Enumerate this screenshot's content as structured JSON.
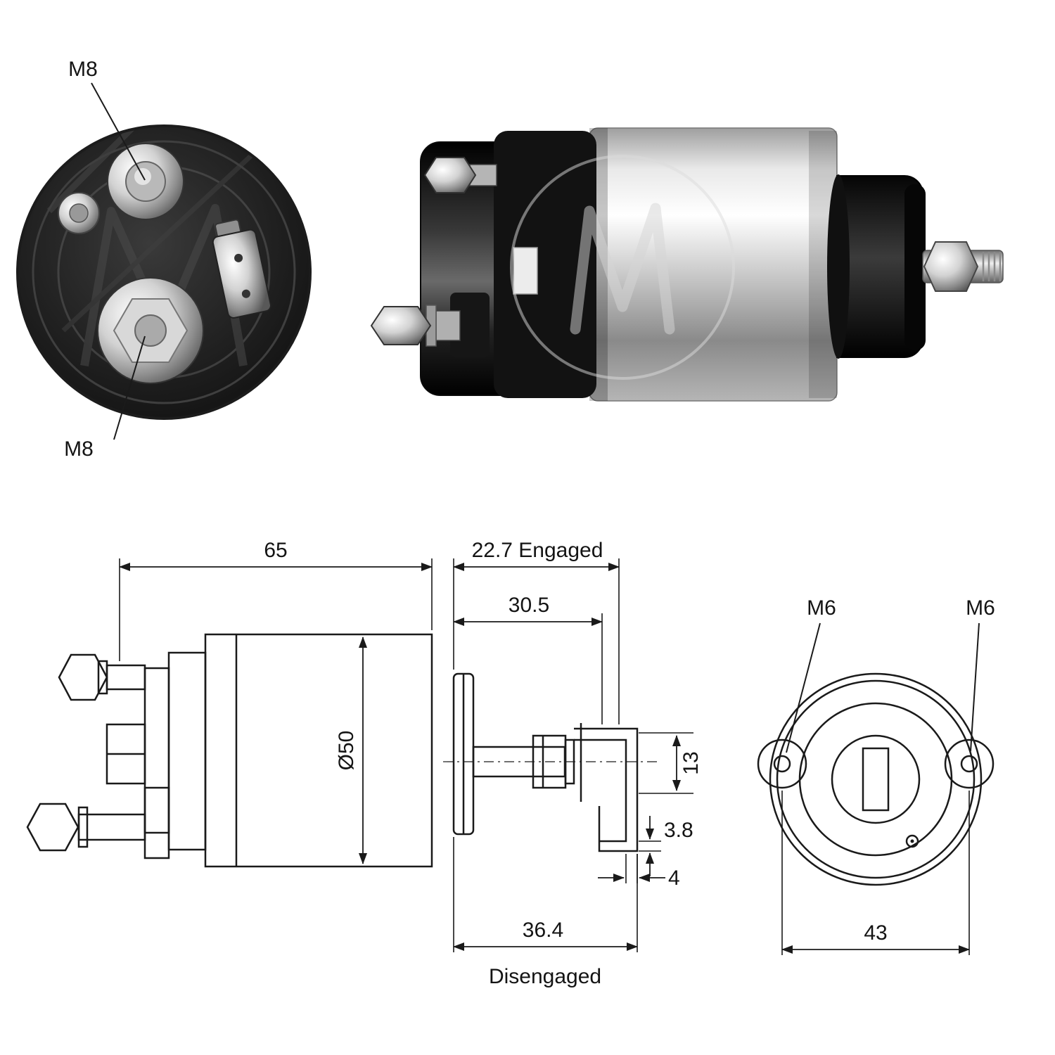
{
  "colors": {
    "background": "#ffffff",
    "line": "#1a1a1a"
  },
  "photo_end_view": {
    "terminal_label_top": "M8",
    "terminal_label_bottom": "M8"
  },
  "drawing_side_view": {
    "dim_body_length": "65",
    "dim_engaged": "22.7 Engaged",
    "dim_stroke": "30.5",
    "dim_body_diameter": "Ø50",
    "dim_pin_offset": "13",
    "dim_plate_thickness": "3.8",
    "dim_gap": "4",
    "dim_disengaged_length": "36.4",
    "label_disengaged": "Disengaged"
  },
  "drawing_front_view": {
    "label_m6_left": "M6",
    "label_m6_right": "M6",
    "dim_hole_span": "43"
  }
}
